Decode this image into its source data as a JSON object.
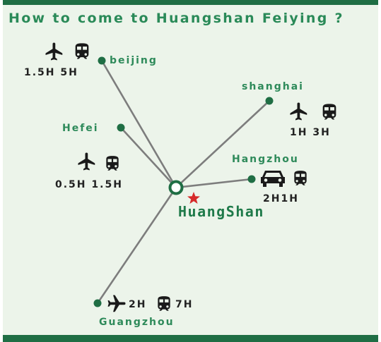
{
  "title": "How to come to Huangshan Feiying ?",
  "hub": {
    "name": "HuangShan"
  },
  "routes": {
    "beijing": {
      "city": "beijing",
      "times": "1.5H 5H"
    },
    "shanghai": {
      "city": "shanghai",
      "times": "1H 3H"
    },
    "hefei": {
      "city": "Hefei",
      "times": "0.5H 1.5H"
    },
    "hangzhou": {
      "city": "Hangzhou",
      "times": "2H1H"
    },
    "guangzhou": {
      "city": "Guangzhou",
      "plane_time": "2H",
      "train_time": "7H"
    }
  },
  "icons": [
    "airplane-icon",
    "train-icon",
    "car-icon",
    "star-icon"
  ],
  "colors": {
    "accent": "#1f6e44",
    "city_text": "#2e8a5a",
    "line": "#7d7d7d",
    "star": "#d62a2a",
    "background": "#ecf4ea"
  }
}
